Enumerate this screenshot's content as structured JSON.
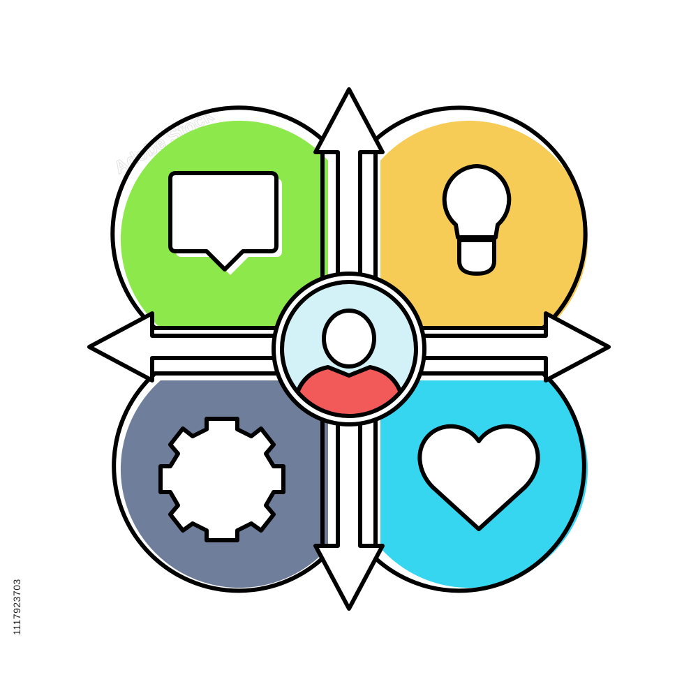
{
  "stock_id_text": "1117923703",
  "watermark_text": "Adobe Stock",
  "colors": {
    "outline": "#000000",
    "quadrant_top_left": "#8de84b",
    "quadrant_top_right": "#f6cc56",
    "quadrant_bottom_left": "#6f7f9b",
    "quadrant_bottom_right": "#36d6f0",
    "center_circle": "#d2f2f8",
    "person_body": "#f25a5a",
    "icon_fill": "#ffffff"
  },
  "quadrants": [
    {
      "position": "top-left",
      "icon": "speech-bubble-icon"
    },
    {
      "position": "top-right",
      "icon": "light-bulb-icon"
    },
    {
      "position": "bottom-left",
      "icon": "gear-icon"
    },
    {
      "position": "bottom-right",
      "icon": "heart-icon"
    }
  ],
  "center_icon": "person-icon",
  "arrows": [
    "up",
    "down",
    "left",
    "right"
  ]
}
